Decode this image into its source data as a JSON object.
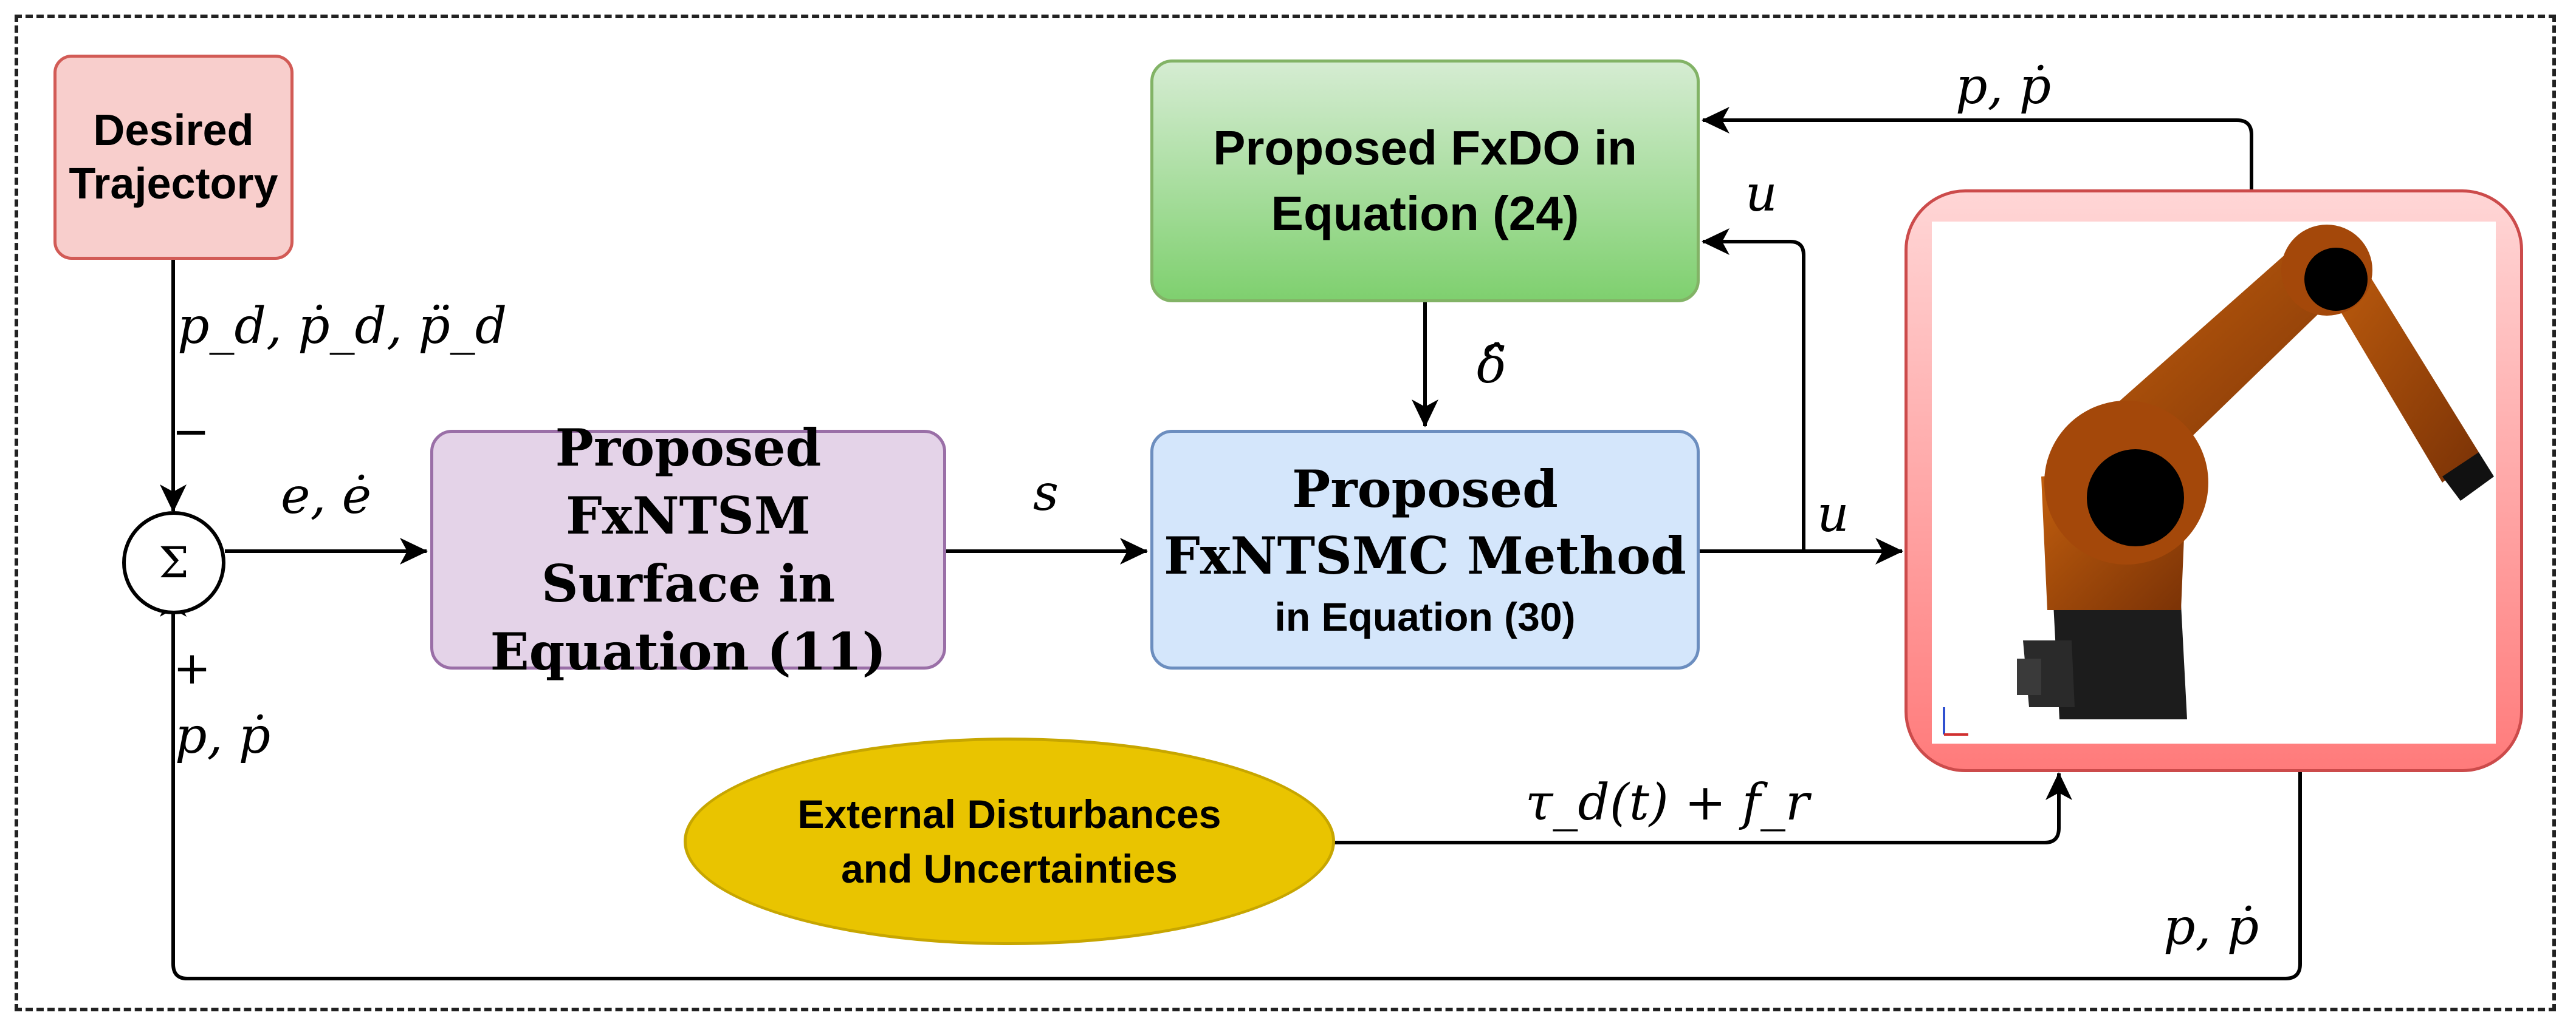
{
  "blocks": {
    "desired": "Desired Trajectory",
    "surface_line1": "Proposed FxNTSM",
    "surface_line2": "Surface in",
    "surface_line3": "Equation (11)",
    "observer_line1": "Proposed FxDO in",
    "observer_line2": "Equation (24)",
    "controller_line1": "Proposed",
    "controller_line2": "FxNTSMC Method",
    "controller_line3": "in Equation (30)",
    "disturbance_line1": "External Disturbances",
    "disturbance_line2": "and Uncertainties",
    "sum_symbol": "Σ"
  },
  "signals": {
    "desired_out": "p_d, ṗ_d, p̈_d",
    "minus": "−",
    "plus": "+",
    "feedback_left": "p, ṗ",
    "error": "e, ė",
    "s": "s",
    "u_plant": "u",
    "u_observer": "u",
    "delta_hat": "δ̂",
    "feedback_top": "p, ṗ",
    "disturbance": "τ_d(t) + f_r",
    "feedback_bottom": "p, ṗ"
  },
  "colors": {
    "desired_fill": "#f8cecc",
    "desired_stroke": "#d25b56",
    "surface_fill": "#e4d3e8",
    "surface_stroke": "#9a6fa7",
    "observer_fill_top": "#d5ecd2",
    "observer_fill_bottom": "#7fd06f",
    "observer_stroke": "#82b366",
    "controller_fill": "#d4e6fb",
    "controller_stroke": "#6c8ebf",
    "disturbance_fill": "#e9c400",
    "disturbance_stroke": "#c7a600",
    "plant_fill": "#ff7b7b",
    "plant_stroke": "#cc4b4b",
    "robot_main": "#9a4108",
    "robot_base": "#1c1c1c"
  }
}
